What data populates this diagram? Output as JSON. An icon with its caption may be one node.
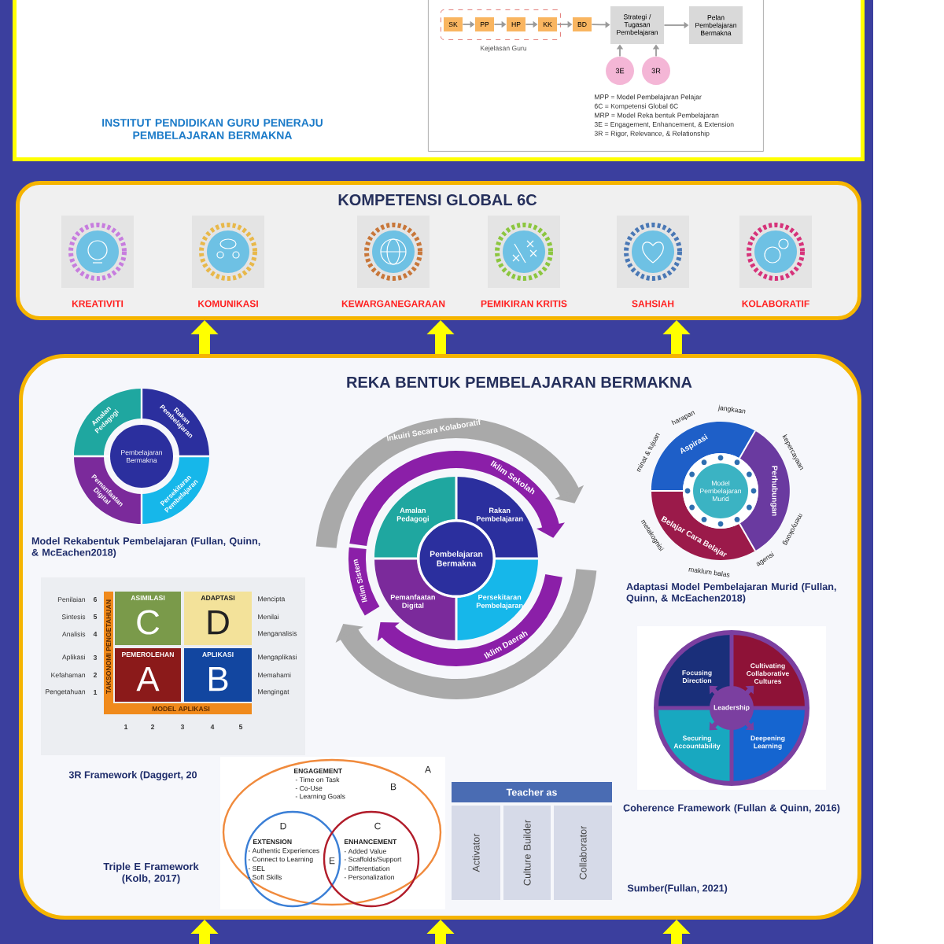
{
  "diagram": {
    "nodes": [
      {
        "text": [
          "INSTITUT PENDIDIKAN GURU PENERAJU PEMBELAJARAN BERMAKNA"
        ]
      },
      {
        "text": [
          "MPP = Model Pembelajaran Pelajar",
          "6C = Kompetensi Global 6C",
          "MRP = Model Reka bentuk Pembelajaran",
          "3E = Engagement, Enhancement, & Extension",
          "3R = Rigor, Relevance, & Relationship"
        ],
        "in": 0
      },
      {
        "text": [
          "Kejelasan Guru"
        ],
        "in": 1
      },
      {
        "text": [
          "SK"
        ],
        "in": 2
      },
      {
        "text": [
          "PP"
        ],
        "in": 2
      },
      {
        "text": [
          "HP"
        ],
        "in": 2
      },
      {
        "text": [
          "KK"
        ],
        "in": 2
      },
      {
        "text": [
          "BD"
        ],
        "in": 1
      },
      {
        "text": [
          "Strategi / Tugasan Pembelajaran"
        ],
        "in": 1
      },
      {
        "text": [
          "Pelan Pembelajaran Bermakna"
        ],
        "in": 1
      },
      {
        "text": [
          "3E"
        ],
        "in": 1
      },
      {
        "text": [
          "3R"
        ],
        "in": 1
      },
      {
        "text": [
          "KOMPETENSI GLOBAL 6C"
        ]
      },
      {
        "text": [
          "KREATIVITI"
        ],
        "in": 12
      },
      {
        "text": [
          "KOMUNIKASI"
        ],
        "in": 12
      },
      {
        "text": [
          "KEWARGANEGARAAN"
        ],
        "in": 12
      },
      {
        "text": [
          "PEMIKIRAN KRITIS"
        ],
        "in": 12
      },
      {
        "text": [
          "SAHSIAH"
        ],
        "in": 12
      },
      {
        "text": [
          "KOLABORATIF"
        ],
        "in": 12
      },
      {
        "text": [
          "REKA BENTUK PEMBELAJARAN BERMAKNA"
        ]
      },
      {
        "text": [
          "Pembelajaran Bermakna",
          "Amalan Pedagogi",
          "Rakan Pembelajaran",
          "Pemanfaatan Digital",
          "Persekitaran Pembelajaran"
        ],
        "beside": [
          "Model Rekabentuk Pembelajaran (Fullan, Quinn, & McEachen2018)"
        ],
        "in": 19
      },
      {
        "text": [
          "Pembelajaran Bermakna",
          "Amalan Pedagogi",
          "Rakan Pembelajaran",
          "Pemanfaatan Digital",
          "Persekitaran Pembelajaran",
          "Iklim Sekolah",
          "Iklim Daerah",
          "Iklim Sistem",
          "Inkuiri Secara Kolaboratif"
        ],
        "in": 19
      },
      {
        "text": [
          "Aspirasi",
          "Perhubungan",
          "Belajar Cara Belajar",
          "Model Pembelajaran Murid",
          "minat & tujuan",
          "harapan",
          "jangkaan",
          "kepercayaan",
          "menyokong",
          "metakognisi",
          "maklum balas",
          "agensi"
        ],
        "beside": [
          "Adaptasi Model Pembelajaran Murid (Fullan, Quinn, & McEachen2018)"
        ],
        "in": 19
      },
      {
        "text": [
          "Penilaian",
          "Sintesis",
          "Analisis",
          "Aplikasi",
          "Kefahaman",
          "Pengetahuan",
          "6",
          "5",
          "4",
          "3",
          "2",
          "1",
          "TAKSONOMI PENGETAHUAN",
          "ASIMILASI",
          "C",
          "ADAPTASI",
          "D",
          "PEMEROLEHAN",
          "A",
          "APLIKASI",
          "B",
          "MODEL APLIKASI",
          "1",
          "2",
          "3",
          "4",
          "5",
          "Mencipta",
          "Menilai",
          "Menganalisis",
          "Mengaplikasi",
          "Memahami",
          "Mengingat"
        ],
        "beside": [
          "3R Framework (Daggert, 20"
        ],
        "in": 19
      },
      {
        "text": [
          "Focusing Direction",
          "Cultivating Collaborative Cultures",
          "Leadership",
          "Securing Accountability",
          "Deepening Learning"
        ],
        "beside": [
          "Coherence Framework (Fullan & Quinn, 2016)"
        ],
        "in": 19
      },
      {
        "text": [
          "A",
          "ENGAGEMENT",
          "- Time on Task",
          "- Co-Use",
          "- Learning Goals",
          "B",
          "D",
          "C",
          "E",
          "EXTENSION",
          "- Authentic Experiences",
          "- Connect to Learning",
          "- SEL",
          "- Soft Skills",
          "ENHANCEMENT",
          "- Added Value",
          "- Scaffolds/Support",
          "- Differentiation",
          "- Personalization"
        ],
        "beside": [
          "Triple E Framework (Kolb, 2017)"
        ],
        "in": 19
      },
      {
        "text": [
          "Teacher as",
          "Activator",
          "Culture Builder",
          "Collaborator"
        ],
        "in": 19
      }
    ],
    "edges": [
      {
        "from": 3,
        "to": 4,
        "arrow": "to"
      },
      {
        "from": 4,
        "to": 5,
        "arrow": "to"
      },
      {
        "from": 5,
        "to": 6,
        "arrow": "to"
      },
      {
        "from": 6,
        "to": 7,
        "arrow": "to"
      },
      {
        "from": 7,
        "to": 8,
        "arrow": "to"
      },
      {
        "from": 8,
        "to": 9,
        "arrow": "to"
      },
      {
        "from": 10,
        "to": 8,
        "arrow": "to"
      },
      {
        "from": 11,
        "to": 8,
        "arrow": "to"
      },
      {
        "from": 19,
        "to": 12,
        "arrow": "to",
        "style": "thick",
        "color": "#ffff00"
      },
      {
        "from": 19,
        "to": 12,
        "arrow": "to",
        "style": "thick",
        "color": "#ffff00"
      },
      {
        "from": 19,
        "to": 12,
        "arrow": "to",
        "style": "thick",
        "color": "#ffff00"
      },
      {
        "from": null,
        "to": 19,
        "arrow": "to",
        "style": "thick",
        "color": "#ffff00"
      },
      {
        "from": null,
        "to": 19,
        "arrow": "to",
        "style": "thick",
        "color": "#ffff00"
      },
      {
        "from": null,
        "to": 19,
        "arrow": "to",
        "style": "thick",
        "color": "#ffff00"
      }
    ],
    "labels": [
      "Sumber(Fullan, 2021)"
    ]
  }
}
